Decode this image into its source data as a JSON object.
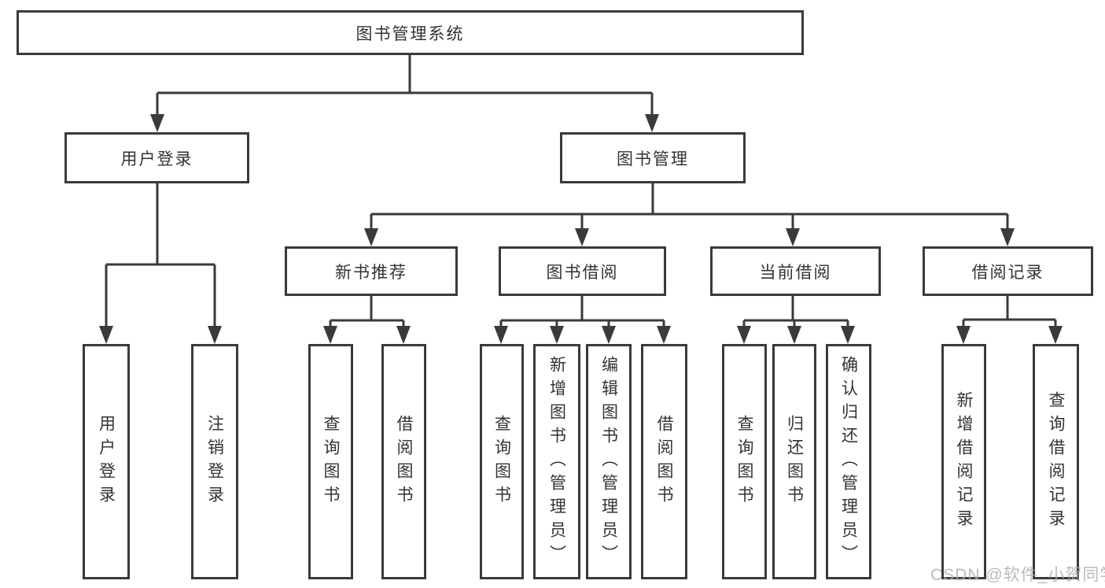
{
  "diagram": {
    "title": "图书管理系统",
    "root": {
      "label": "图书管理系统"
    },
    "level2": [
      {
        "label": "用户登录"
      },
      {
        "label": "图书管理"
      }
    ],
    "level3": [
      {
        "label": "新书推荐"
      },
      {
        "label": "图书借阅"
      },
      {
        "label": "当前借阅"
      },
      {
        "label": "借阅记录"
      }
    ],
    "level4": [
      {
        "label": "用户登录",
        "parent": "用户登录"
      },
      {
        "label": "注销登录",
        "parent": "用户登录"
      },
      {
        "label": "查询图书",
        "parent": "新书推荐"
      },
      {
        "label": "借阅图书",
        "parent": "新书推荐"
      },
      {
        "label": "查询图书",
        "parent": "图书借阅"
      },
      {
        "label": "新增图书（管理员）",
        "parent": "图书借阅"
      },
      {
        "label": "编辑图书（管理员）",
        "parent": "图书借阅"
      },
      {
        "label": "借阅图书",
        "parent": "图书借阅"
      },
      {
        "label": "查询图书",
        "parent": "当前借阅"
      },
      {
        "label": "归还图书",
        "parent": "当前借阅"
      },
      {
        "label": "确认归还（管理员）",
        "parent": "当前借阅"
      },
      {
        "label": "新增借阅记录",
        "parent": "借阅记录"
      },
      {
        "label": "查询借阅记录",
        "parent": "借阅记录"
      }
    ]
  },
  "watermark": {
    "text": "CSDN @软件_小贺同学"
  },
  "colors": {
    "line": "#3a3a3a",
    "text": "#333333",
    "background": "#ffffff",
    "watermark": "#aeaeae"
  }
}
